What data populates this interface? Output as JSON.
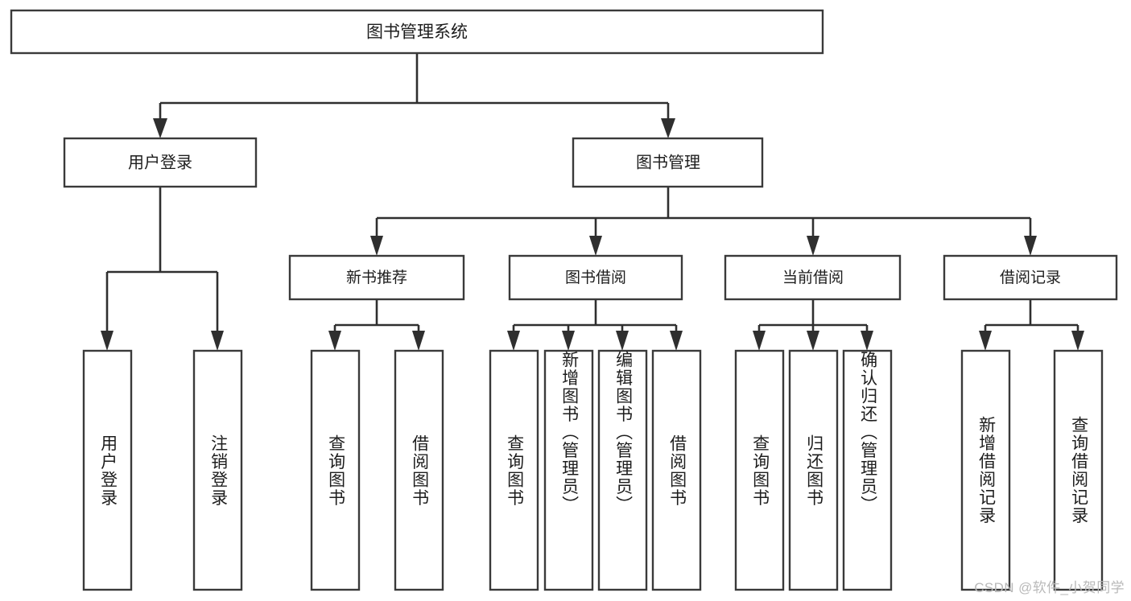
{
  "diagram": {
    "type": "tree-hierarchy",
    "title": "图书管理系统",
    "watermark": "CSDN @软件_小贺同学",
    "colors": {
      "background": "#ffffff",
      "node_fill": "#ffffff",
      "node_stroke": "#3a3a3a",
      "connector": "#2f2f2f",
      "text": "#1d1d1d",
      "watermark": "#b9b9b9"
    },
    "root": {
      "label": "图书管理系统"
    },
    "level2": [
      {
        "label": "用户登录"
      },
      {
        "label": "图书管理"
      }
    ],
    "level3": [
      {
        "label": "新书推荐"
      },
      {
        "label": "图书借阅"
      },
      {
        "label": "当前借阅"
      },
      {
        "label": "借阅记录"
      }
    ],
    "leaves": {
      "user_login": [
        {
          "label": "用户登录"
        },
        {
          "label": "注销登录"
        }
      ],
      "new_book": [
        {
          "label": "查询图书"
        },
        {
          "label": "借阅图书"
        }
      ],
      "book_borrow": [
        {
          "label": "查询图书"
        },
        {
          "label": "新增图书（管理员）"
        },
        {
          "label": "编辑图书（管理员）"
        },
        {
          "label": "借阅图书"
        }
      ],
      "current_borrow": [
        {
          "label": "查询图书"
        },
        {
          "label": "归还图书"
        },
        {
          "label": "确认归还（管理员）"
        }
      ],
      "borrow_record": [
        {
          "label": "新增借阅记录"
        },
        {
          "label": "查询借阅记录"
        }
      ]
    }
  }
}
